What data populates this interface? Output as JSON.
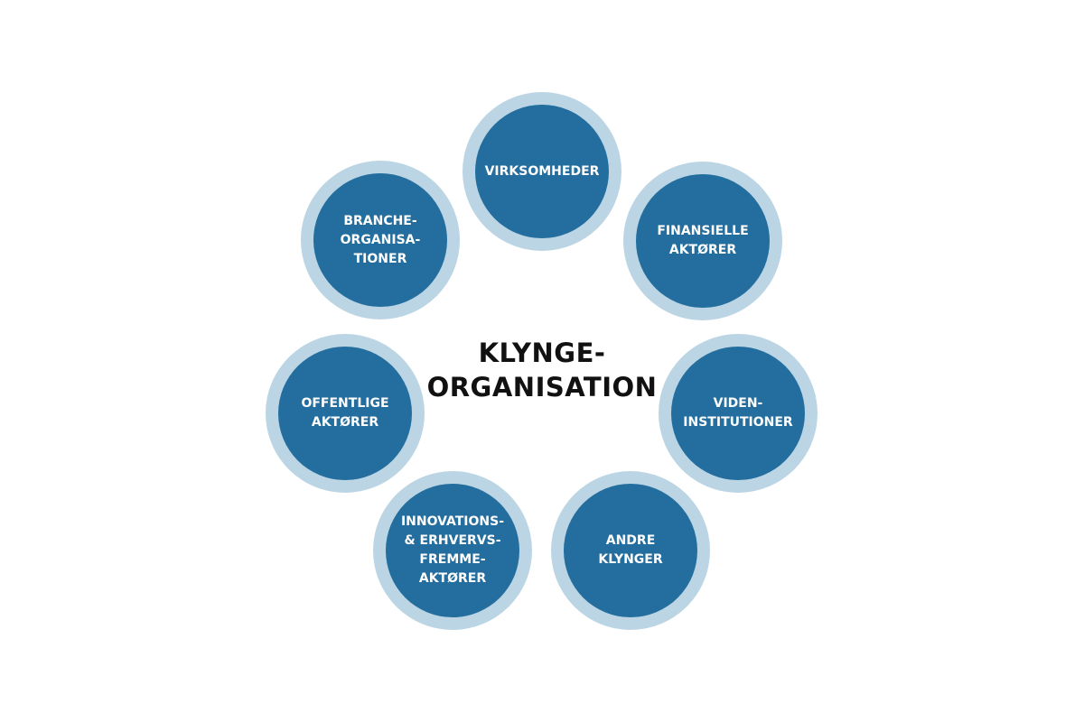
{
  "center": {
    "lines": [
      "KLYNGE-",
      "ORGANISATION"
    ]
  },
  "nodes": [
    {
      "id": "virksomheder",
      "lines": [
        "VIRKSOMHEDER"
      ]
    },
    {
      "id": "finansielle-aktorer",
      "lines": [
        "FINANSIELLE",
        "AKTØRER"
      ]
    },
    {
      "id": "videninstitutioner",
      "lines": [
        "VIDEN-",
        "INSTITUTIONER"
      ]
    },
    {
      "id": "andre-klynger",
      "lines": [
        "ANDRE",
        "KLYNGER"
      ]
    },
    {
      "id": "innovations-erhvervsfremme",
      "lines": [
        "INNOVATIONS-",
        "& ERHVERVS-",
        "FREMME-",
        "AKTØRER"
      ]
    },
    {
      "id": "offentlige-aktorer",
      "lines": [
        "OFFENTLIGE",
        "AKTØRER"
      ]
    },
    {
      "id": "brancheorganisationer",
      "lines": [
        "BRANCHE-",
        "ORGANISA-",
        "TIONER"
      ]
    }
  ],
  "colors": {
    "ring": "#bcd5e4",
    "fill": "#236e9e",
    "node_text": "#ffffff",
    "center_text": "#111111"
  }
}
